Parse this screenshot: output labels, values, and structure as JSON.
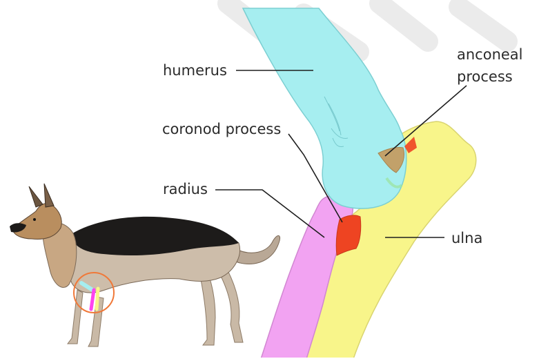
{
  "labels": {
    "humerus": "humerus",
    "anconeal_line1": "anconeal",
    "anconeal_line2": "process",
    "coronoid": "coronod process",
    "radius": "radius",
    "ulna": "ulna"
  },
  "colors": {
    "humerus": "#a6eef0",
    "radius": "#f2a3f2",
    "ulna": "#f8f58a",
    "process": "#ee4422",
    "anconeal_fill": "#c2a16a",
    "leader": "#1e1e1e",
    "highlight_ring": "#f07838",
    "watermark": "#dcdcdc"
  },
  "icons": {
    "dog": "german-shepherd-illustration",
    "watermark": "diagonal-stripes"
  }
}
